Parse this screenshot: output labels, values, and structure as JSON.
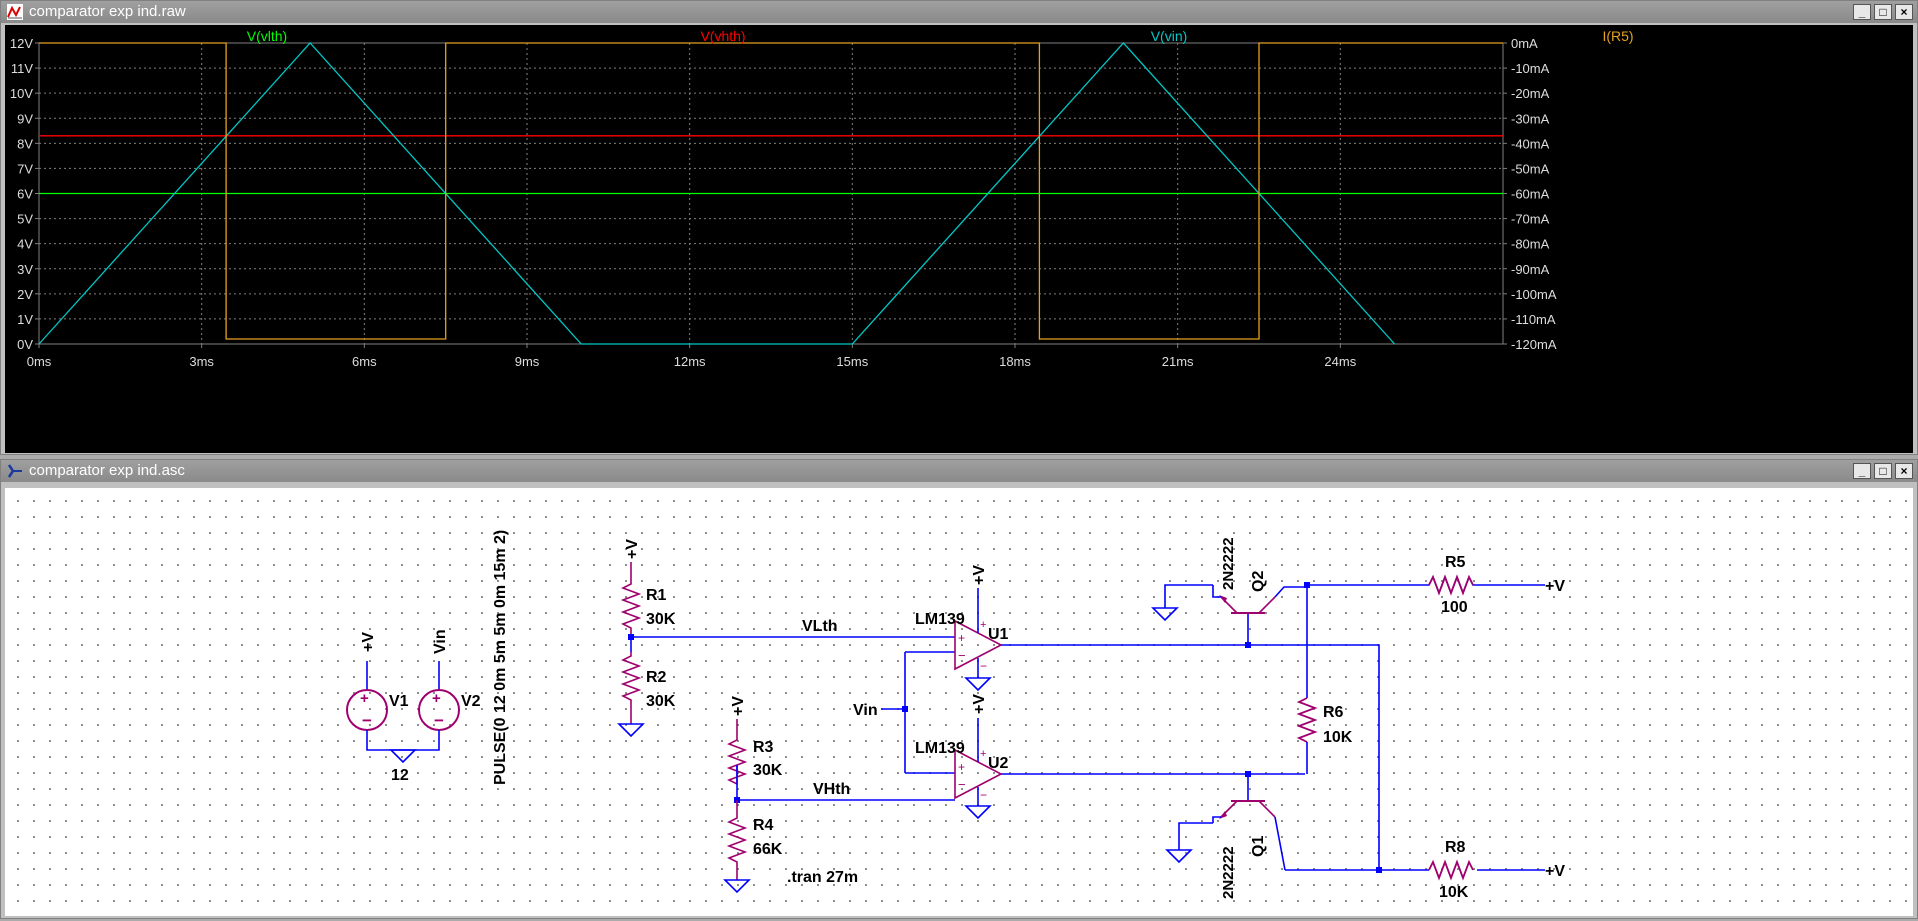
{
  "plot_window": {
    "title": "comparator exp ind.raw",
    "buttons": {
      "minimize": "_",
      "maximize": "□",
      "close": "×"
    }
  },
  "schematic_window": {
    "title": "comparator exp ind.asc",
    "buttons": {
      "minimize": "_",
      "maximize": "□",
      "close": "×"
    }
  },
  "colors": {
    "plot_bg": "#000000",
    "grid": "#808080",
    "vlth": "#00ff00",
    "vhth": "#ff0000",
    "vin": "#00c8c8",
    "i_r5": "#e6a020",
    "wire": "#0000ff",
    "component": "#a0006e"
  },
  "chart_data": {
    "type": "line",
    "x": {
      "label": "",
      "unit": "ms",
      "range": [
        0,
        27
      ],
      "ticks": [
        "0ms",
        "3ms",
        "6ms",
        "9ms",
        "12ms",
        "15ms",
        "18ms",
        "21ms",
        "24ms"
      ]
    },
    "y_left": {
      "range": [
        0,
        12
      ],
      "ticks": [
        "0V",
        "1V",
        "2V",
        "3V",
        "4V",
        "5V",
        "6V",
        "7V",
        "8V",
        "9V",
        "10V",
        "11V",
        "12V"
      ]
    },
    "y_right": {
      "range": [
        -120,
        0
      ],
      "ticks": [
        "-120mA",
        "-110mA",
        "-100mA",
        "-90mA",
        "-80mA",
        "-70mA",
        "-60mA",
        "-50mA",
        "-40mA",
        "-30mA",
        "-20mA",
        "-10mA",
        "0mA"
      ]
    },
    "series": [
      {
        "name": "V(vlth)",
        "axis": "left",
        "x": [
          0,
          27
        ],
        "y": [
          6,
          6
        ]
      },
      {
        "name": "V(vhth)",
        "axis": "left",
        "x": [
          0,
          27
        ],
        "y": [
          8.3,
          8.3
        ]
      },
      {
        "name": "V(vin)",
        "axis": "left",
        "x": [
          0,
          5,
          10,
          15,
          20,
          25
        ],
        "y": [
          0,
          12,
          0,
          0,
          12,
          0
        ]
      },
      {
        "name": "I(R5)",
        "axis": "right",
        "x": [
          0,
          3.45,
          3.45,
          7.5,
          7.5,
          18.45,
          18.45,
          22.5,
          22.5,
          27
        ],
        "y": [
          0,
          0,
          -118,
          -118,
          0,
          0,
          -118,
          -118,
          0,
          0
        ]
      }
    ]
  },
  "schematic": {
    "labels": {
      "v1_plus": "+V",
      "v1": "V1",
      "v1_value": "12",
      "v2_node": "Vin",
      "v2": "V2",
      "pulse": "PULSE(0 12 0m 5m 5m 0m 15m 2)",
      "r1_top": "+V",
      "r1": "R1",
      "r1_value": "30K",
      "r2": "R2",
      "r2_value": "30K",
      "vlth": "VLth",
      "r3_top": "+V",
      "r3": "R3",
      "r3_value": "30K",
      "r4": "R4",
      "r4_value": "66K",
      "vhth": "VHth",
      "tran": ".tran 27m",
      "vin_label": "Vin",
      "u1_part": "LM139",
      "u1": "U1",
      "u1_plus": "+V",
      "u2_part": "LM139",
      "u2": "U2",
      "u2_plus": "+V",
      "q2_part": "2N2222",
      "q2": "Q2",
      "q1_part": "2N2222",
      "q1": "Q1",
      "r5": "R5",
      "r5_value": "100",
      "r5_node": "+V",
      "r6": "R6",
      "r6_value": "10K",
      "r8": "R8",
      "r8_value": "10K",
      "r8_node": "+V"
    }
  }
}
